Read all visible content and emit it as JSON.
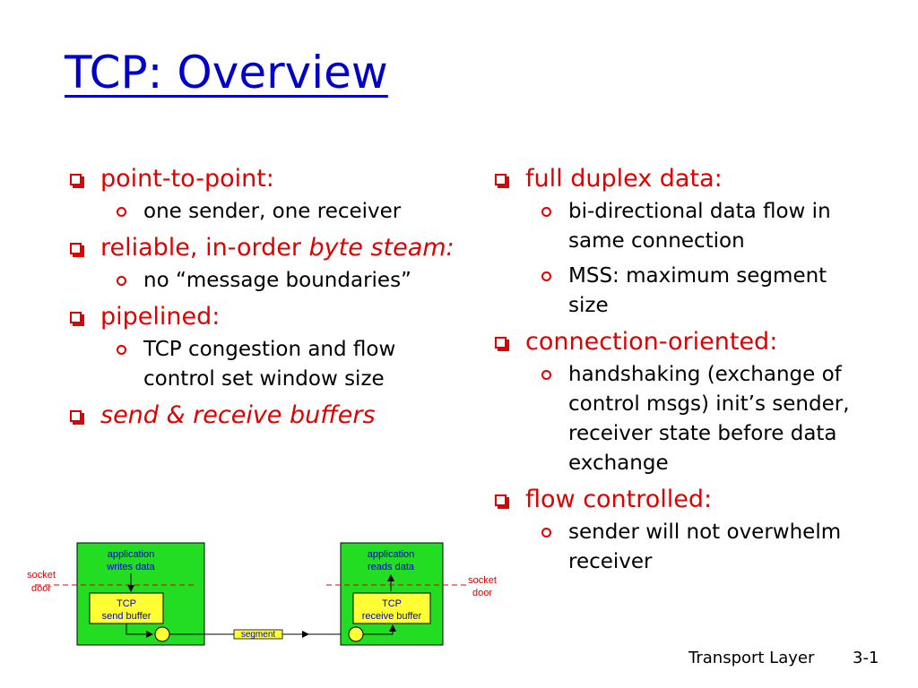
{
  "title": "TCP: Overview",
  "left": [
    {
      "label": "point-to-point:",
      "subs": [
        "one sender, one receiver"
      ]
    },
    {
      "label_a": "reliable, in-order ",
      "label_b": "byte steam:",
      "subs": [
        "no “message boundaries”"
      ]
    },
    {
      "label": "pipelined:",
      "subs": [
        "TCP congestion and flow control set window size"
      ]
    },
    {
      "label": "send & receive buffers",
      "subs": []
    }
  ],
  "right": [
    {
      "label": "full duplex data:",
      "subs": [
        "bi-directional data flow in same connection",
        "MSS: maximum segment size"
      ]
    },
    {
      "label": "connection-oriented:",
      "subs": [
        "handshaking (exchange of control msgs) init’s sender, receiver state before data exchange"
      ]
    },
    {
      "label": "flow controlled:",
      "subs": [
        "sender will not overwhelm receiver"
      ]
    }
  ],
  "diagram": {
    "left_app": [
      "application",
      "writes data"
    ],
    "left_buf": [
      "TCP",
      "send buffer"
    ],
    "right_app": [
      "application",
      "reads data"
    ],
    "right_buf": [
      "TCP",
      "receive buffer"
    ],
    "socket_left": [
      "socket",
      "door"
    ],
    "socket_right": [
      "socket",
      "door"
    ],
    "segment": "segment",
    "colors": {
      "box": "#22dd22",
      "buffer": "#ffff33",
      "dash": "#e00000",
      "label": "#0000cc",
      "socket": "#e00000"
    }
  },
  "footer": {
    "left": "Transport Layer",
    "right": "3-1"
  }
}
